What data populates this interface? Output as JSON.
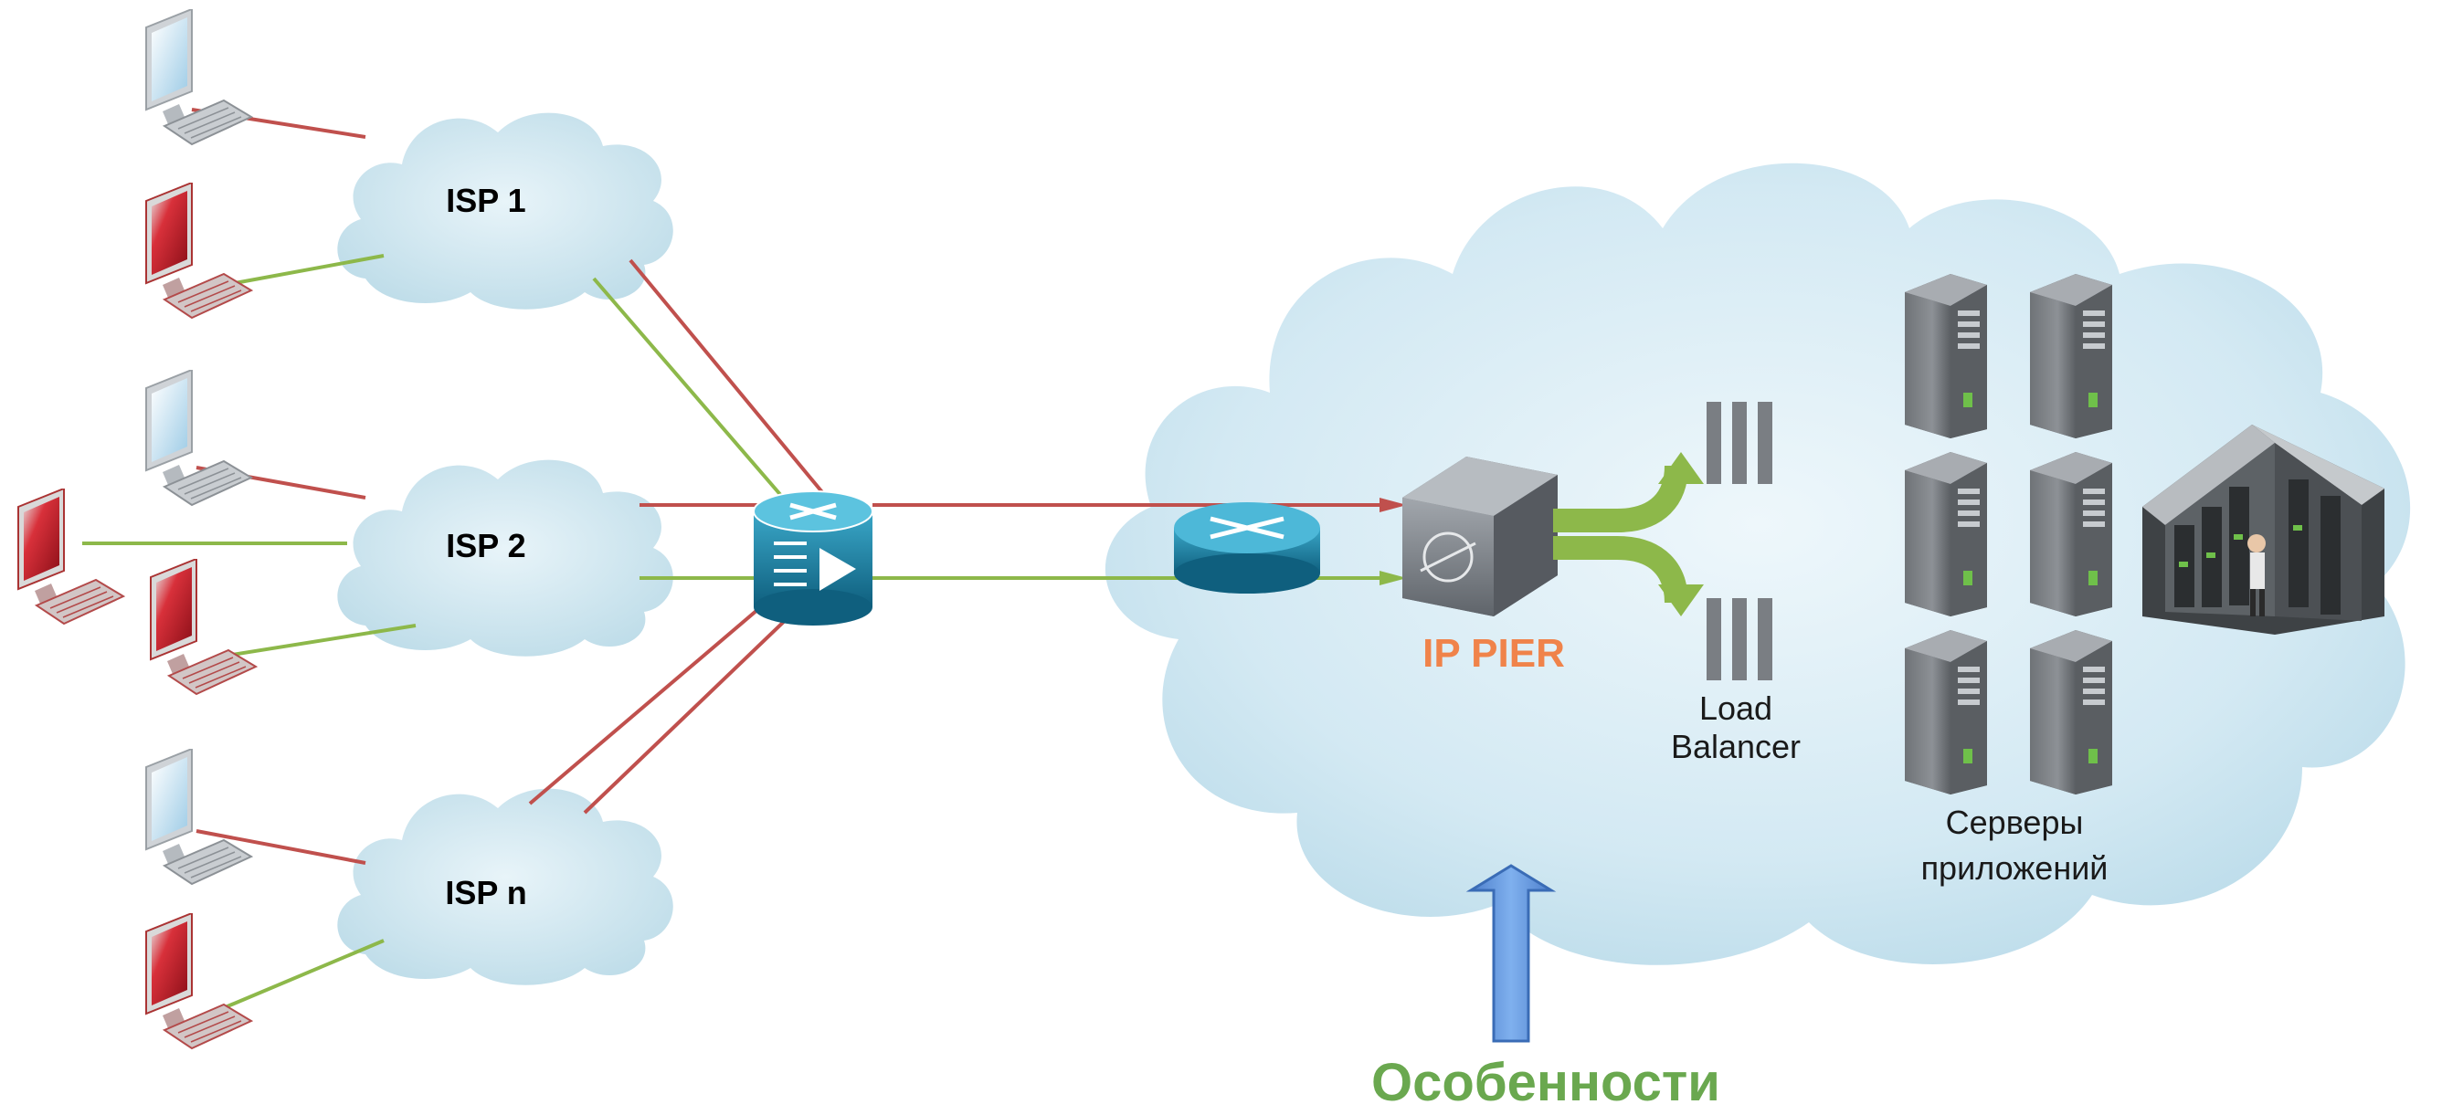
{
  "isp_clouds": [
    {
      "label": "ISP 1"
    },
    {
      "label": "ISP 2"
    },
    {
      "label": "ISP n"
    }
  ],
  "device_labels": {
    "ip_pier": "IP PIER",
    "load_balancer_line1": "Load",
    "load_balancer_line2": "Balancer",
    "servers_line1": "Серверы",
    "servers_line2": "приложений"
  },
  "caption": "Особенности",
  "colors": {
    "bad_traffic": "#c0504d",
    "good_traffic": "#8db84a",
    "ip_pier_label": "#f0834a",
    "caption": "#6aa84f",
    "arrow": "#5b8fd6",
    "cloud": "#d6ebf4"
  },
  "icons": {
    "client_clean": "monitor-blue-icon",
    "client_infected": "monitor-red-icon",
    "border_router": "router-firewall-icon",
    "router": "router-icon",
    "ip_pier": "ip-pier-device-icon",
    "load_balancer": "load-balancer-icon",
    "servers": "server-tower-icon",
    "datacenter": "datacenter-rack-icon"
  }
}
